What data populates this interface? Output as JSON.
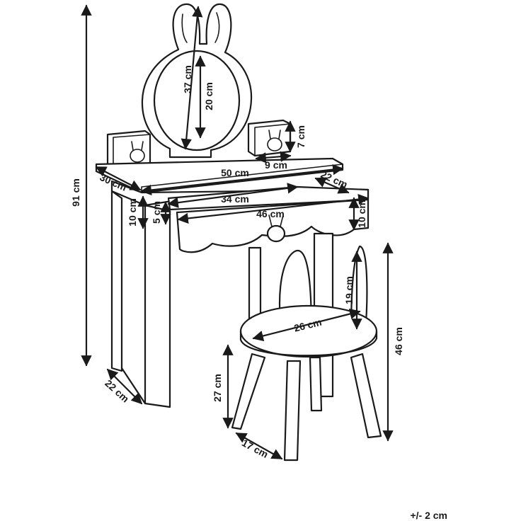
{
  "dimensions": {
    "total_height": "91 cm",
    "mirror_outer_height": "37 cm",
    "mirror_inner_height": "20 cm",
    "cup_height": "7 cm",
    "cup_width": "9 cm",
    "table_width": "50 cm",
    "table_depth": "30 cm",
    "drawer_depth": "22 cm",
    "drawer_inner_width": "34 cm",
    "drawer_front_width": "46 cm",
    "apron_height": "10 cm",
    "drawer_inner_height": "5 cm",
    "drawer_front_height": "10 cm",
    "chair_back_height": "19 cm",
    "seat_diameter": "26 cm",
    "stool_height": "46 cm",
    "leg_height": "27 cm",
    "stool_base": "17 cm",
    "table_leg_depth": "22 cm"
  },
  "tolerance": "+/- 2 cm",
  "colors": {
    "line": "#1a1a1a",
    "background": "#ffffff"
  }
}
